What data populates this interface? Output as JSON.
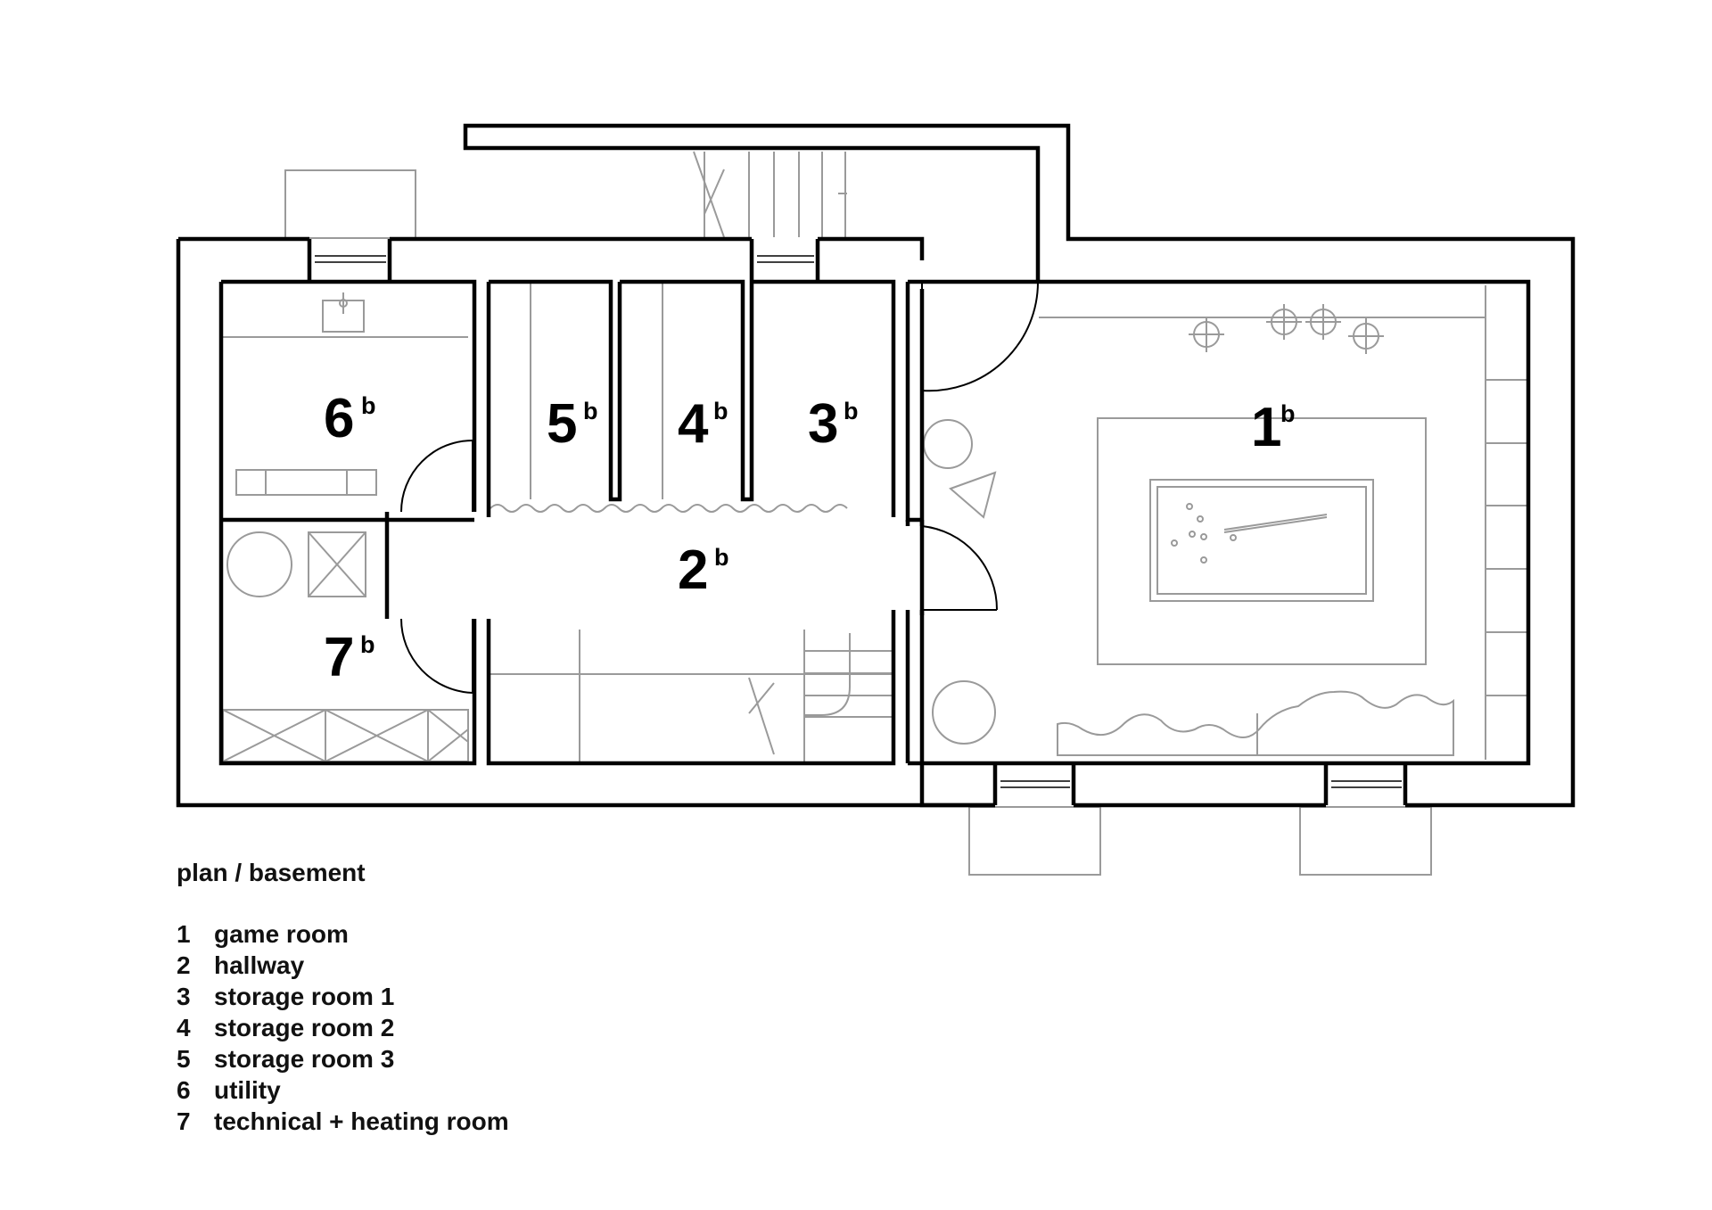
{
  "rooms": [
    {
      "num": "1",
      "sup": "b"
    },
    {
      "num": "2",
      "sup": "b"
    },
    {
      "num": "3",
      "sup": "b"
    },
    {
      "num": "4",
      "sup": "b"
    },
    {
      "num": "5",
      "sup": "b"
    },
    {
      "num": "6",
      "sup": "b"
    },
    {
      "num": "7",
      "sup": "b"
    }
  ],
  "caption": "plan / basement",
  "legend": [
    {
      "num": "1",
      "label": "game room"
    },
    {
      "num": "2",
      "label": "hallway"
    },
    {
      "num": "3",
      "label": "storage room 1"
    },
    {
      "num": "4",
      "label": "storage room 2"
    },
    {
      "num": "5",
      "label": "storage room 3"
    },
    {
      "num": "6",
      "label": "utility"
    },
    {
      "num": "7",
      "label": "technical + heating room"
    }
  ],
  "colors": {
    "wall": "#000000",
    "furniture": "#999999",
    "background": "#ffffff"
  }
}
